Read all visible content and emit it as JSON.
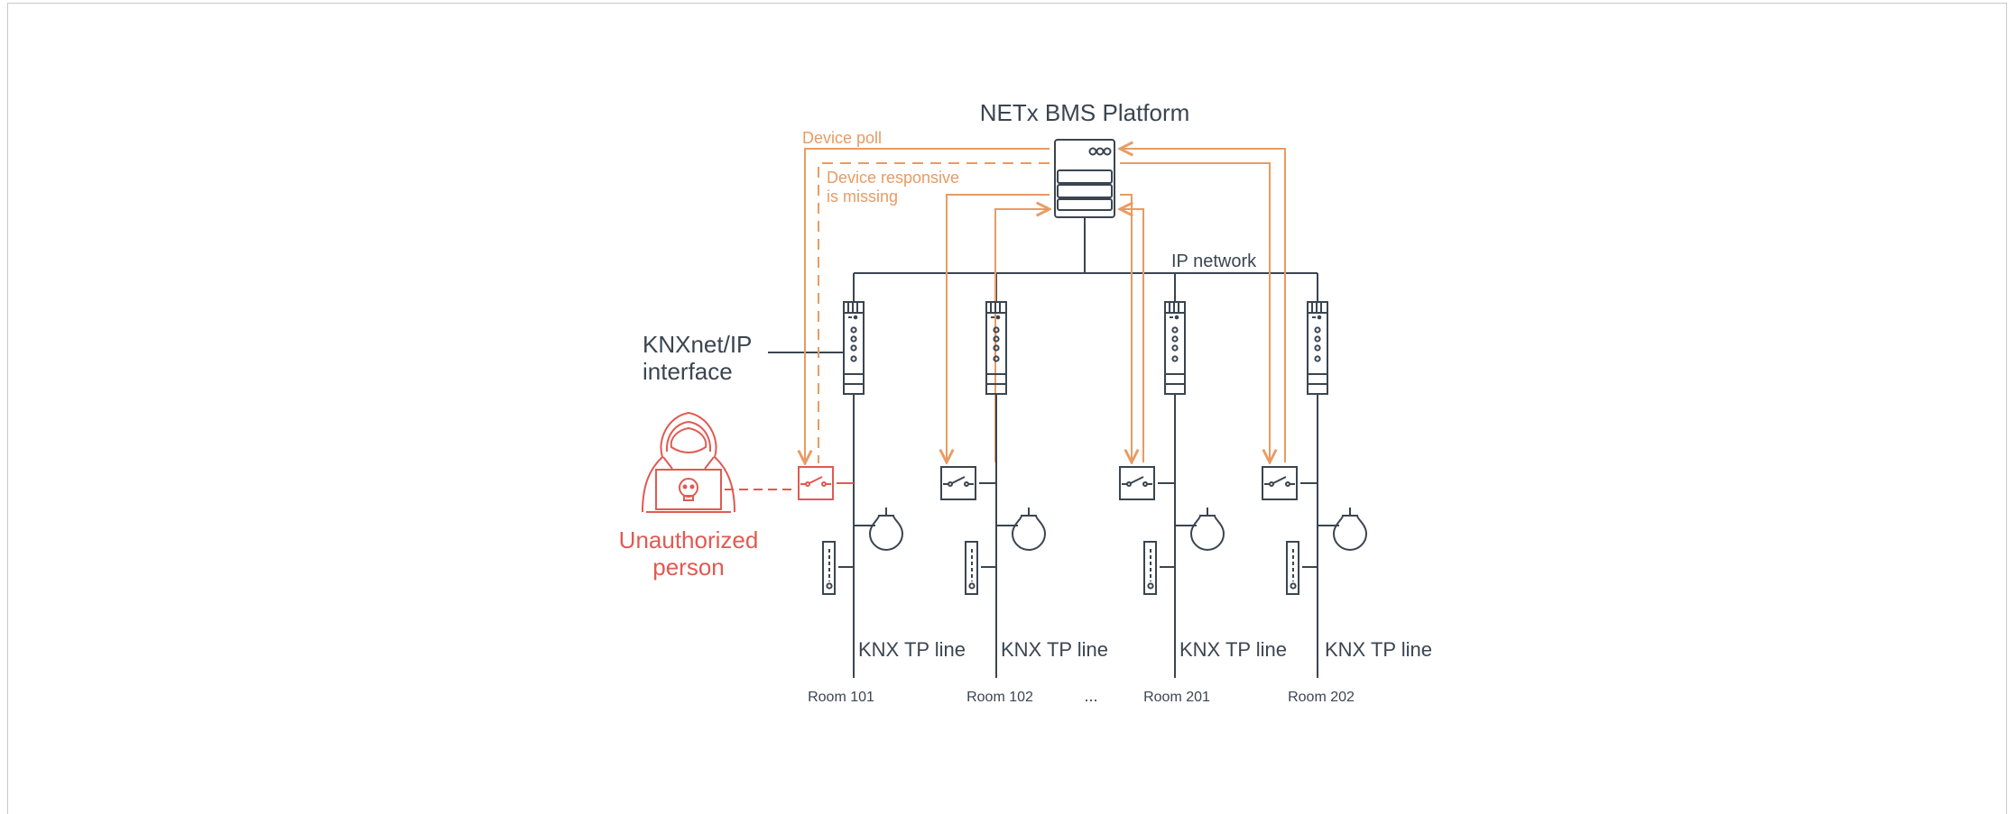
{
  "diagram": {
    "title": "NETx BMS Platform",
    "network_label": "IP network",
    "interface_label_line1": "KNXnet/IP",
    "interface_label_line2": "interface",
    "device_poll_label": "Device poll",
    "missing_label_line1": "Device responsive",
    "missing_label_line2": "is missing",
    "attacker_label_line1": "Unauthorized",
    "attacker_label_line2": "person",
    "ellipsis": "...",
    "lines": [
      {
        "line_label": "KNX TP line",
        "room": "Room 101"
      },
      {
        "line_label": "KNX TP line",
        "room": "Room 102"
      },
      {
        "line_label": "KNX TP line",
        "room": "Room 201"
      },
      {
        "line_label": "KNX TP line",
        "room": "Room 202"
      }
    ],
    "colors": {
      "ink": "#3a4550",
      "traffic": "#e89b63",
      "attacker": "#e05a52"
    }
  }
}
